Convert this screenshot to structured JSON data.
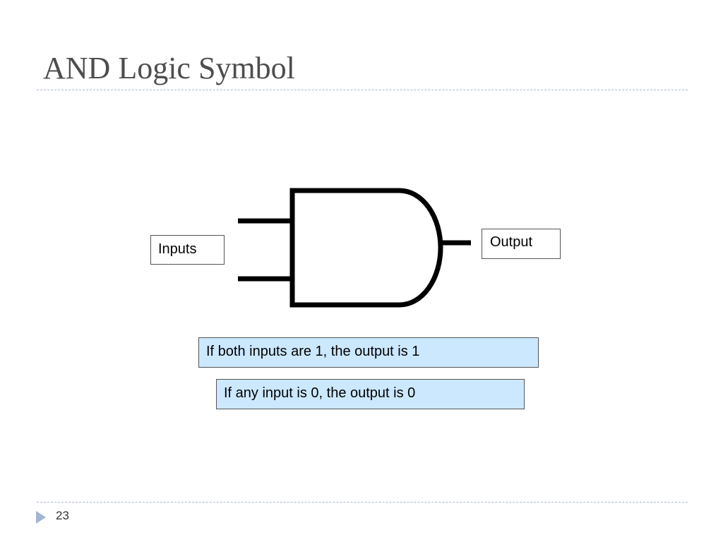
{
  "slide": {
    "title": "AND Logic Symbol",
    "number": "23"
  },
  "diagram": {
    "gate_type": "AND",
    "inputs_label": "Inputs",
    "output_label": "Output",
    "input_count": 2
  },
  "rules": [
    {
      "text": "If both inputs are 1, the output is 1",
      "color": "#cce8ff"
    },
    {
      "text": "If any input is 0, the output is 0",
      "color": "#cce8ff"
    }
  ],
  "footer": {
    "marker_icon": "triangle-bullet-icon",
    "marker_color": "#a3b6d4"
  }
}
